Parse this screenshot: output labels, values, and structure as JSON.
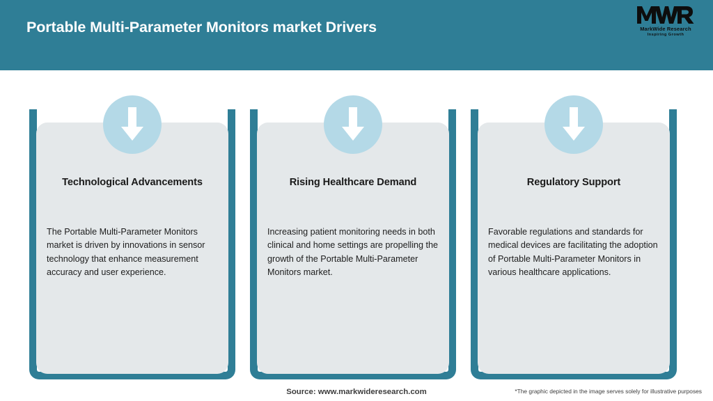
{
  "header": {
    "title": "Portable Multi-Parameter Monitors market Drivers",
    "background_color": "#2f7e96",
    "title_color": "#ffffff"
  },
  "logo": {
    "mark": "MWR",
    "name": "MarkWide Research",
    "tagline": "Inspiring Growth"
  },
  "drivers": [
    {
      "icon": "down-arrow-icon",
      "title": "Technological Advancements",
      "body": "The Portable Multi-Parameter Monitors market is driven by innovations in sensor technology that enhance measurement accuracy and user experience."
    },
    {
      "icon": "down-arrow-icon",
      "title": "Rising Healthcare Demand",
      "body": "Increasing patient monitoring needs in both clinical and home settings are propelling the growth of the Portable Multi-Parameter Monitors market."
    },
    {
      "icon": "down-arrow-icon",
      "title": "Regulatory Support",
      "body": "Favorable regulations and standards for medical devices are facilitating the adoption of Portable Multi-Parameter Monitors in various healthcare applications."
    }
  ],
  "footer": {
    "source": "Source: www.markwideresearch.com",
    "disclaimer": "*The graphic depicted in the image serves solely for illustrative purposes"
  },
  "colors": {
    "teal": "#2f7e96",
    "card_gray": "#e4e8ea",
    "badge_blue": "#b4d9e7",
    "arrow_white": "#ffffff"
  }
}
